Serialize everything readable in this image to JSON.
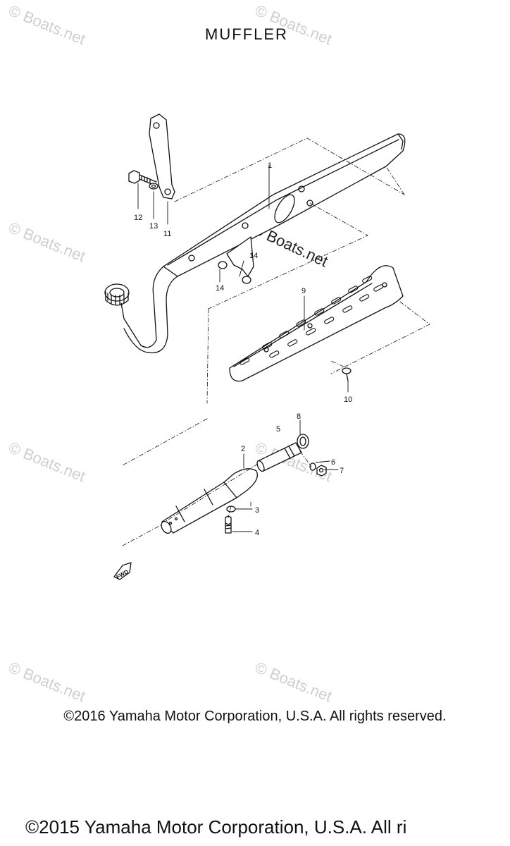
{
  "title": "MUFFLER",
  "copyright_top": "©2016 Yamaha Motor Corporation, U.S.A. All rights reserved.",
  "copyright_bottom": "©2015 Yamaha Motor Corporation, U.S.A. All ri",
  "watermark": "© Boats.net",
  "fwd_label": "FWD",
  "callouts": {
    "c1": "1",
    "c2": "2",
    "c3": "3",
    "c4": "4",
    "c5": "5",
    "c6": "6",
    "c7": "7",
    "c8": "8",
    "c9": "9",
    "c10": "10",
    "c11": "11",
    "c12": "12",
    "c13": "13",
    "c14a": "14",
    "c14b": "14"
  },
  "colors": {
    "line": "#111111",
    "watermark": "#cfcfcf",
    "background": "#ffffff"
  }
}
